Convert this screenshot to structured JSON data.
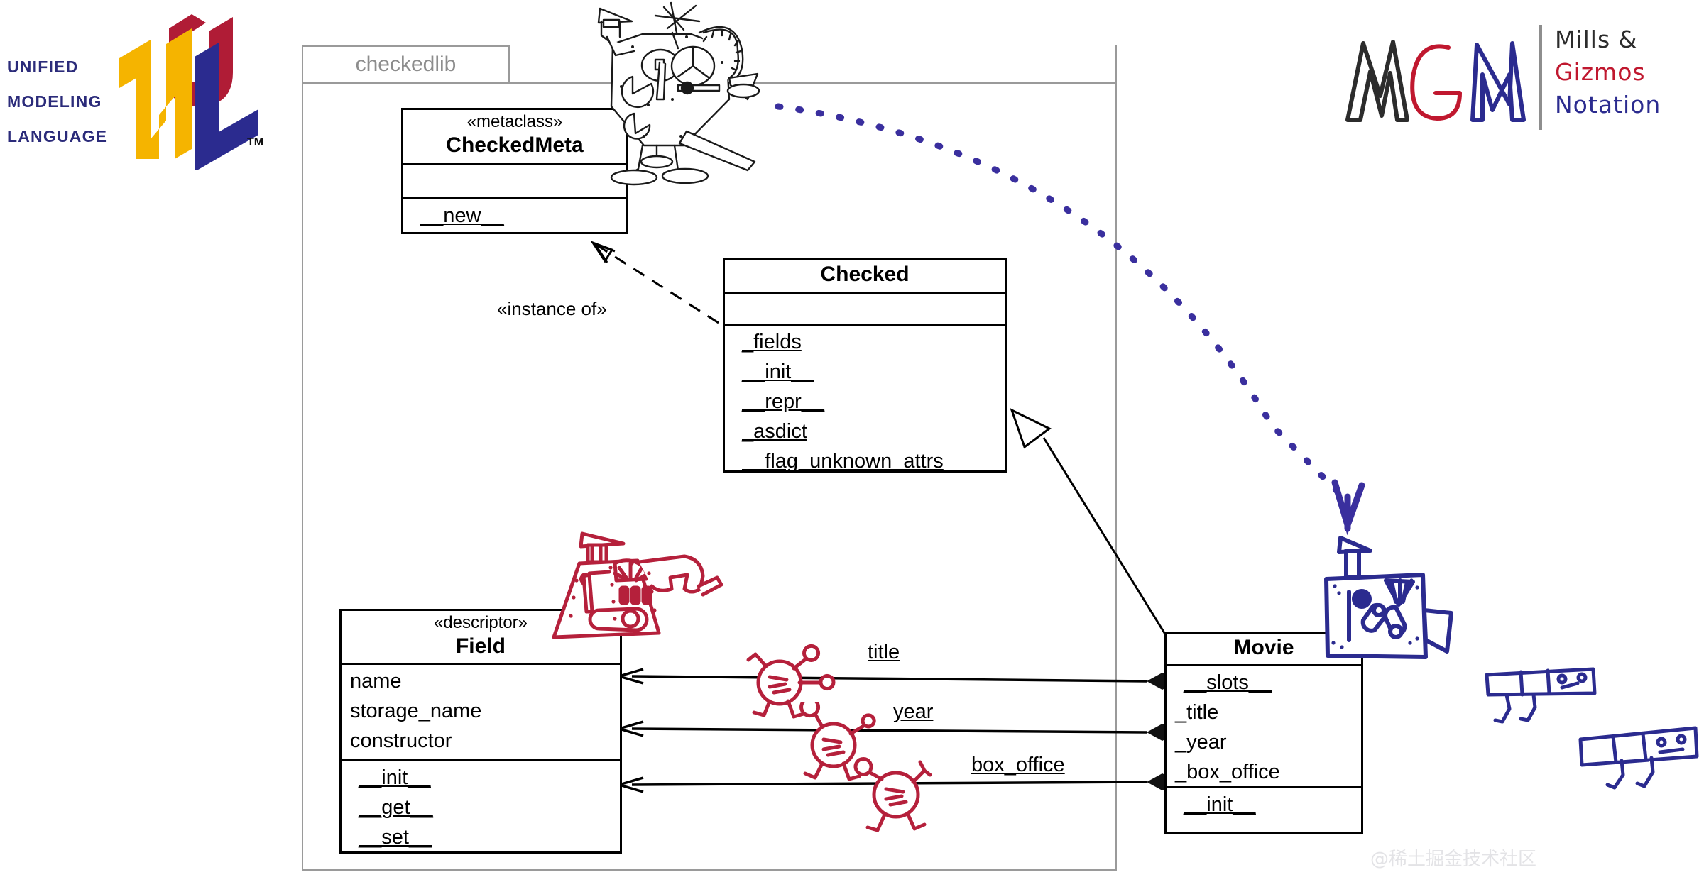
{
  "logos": {
    "uml": {
      "line1": "UNIFIED",
      "line2": "MODELING",
      "line3": "LANGUAGE",
      "trademark": "TM",
      "letters": "UML",
      "colors": {
        "text": "#2b2b7a",
        "u": "#b01c36",
        "m": "#f5b400",
        "l": "#2b2b8f"
      }
    },
    "mgn": {
      "mark": "MGN",
      "line1": "Mills &",
      "line2": "Gizmos",
      "line3": "Notation",
      "colors": {
        "m": "#2c2c2c",
        "g": "#c0182f",
        "n": "#2b2b8f",
        "divider": "#8e8e8e"
      }
    }
  },
  "package": {
    "name": "checkedlib",
    "border_color": "#9a9a9a",
    "label_color": "#8d8d8d"
  },
  "classes": [
    {
      "id": "checkedmeta",
      "stereotype": "«metaclass»",
      "name": "CheckedMeta",
      "attributes": [],
      "operations": [
        {
          "text": "__new__",
          "underline": true
        }
      ]
    },
    {
      "id": "checked",
      "stereotype": "",
      "name": "Checked",
      "attributes": [],
      "operations": [
        {
          "text": "_fields",
          "underline": true
        },
        {
          "text": "__init__",
          "underline": true
        },
        {
          "text": "__repr__",
          "underline": true
        },
        {
          "text": "_asdict",
          "underline": true
        },
        {
          "text": "__flag_unknown_attrs",
          "underline": true
        }
      ]
    },
    {
      "id": "field",
      "stereotype": "«descriptor»",
      "name": "Field",
      "attributes": [
        {
          "text": "name",
          "underline": false
        },
        {
          "text": "storage_name",
          "underline": false
        },
        {
          "text": "constructor",
          "underline": false
        }
      ],
      "operations": [
        {
          "text": "__init__",
          "underline": true
        },
        {
          "text": "__get__",
          "underline": true
        },
        {
          "text": "__set__",
          "underline": true
        }
      ]
    },
    {
      "id": "movie",
      "stereotype": "",
      "name": "Movie",
      "attributes": [
        {
          "text": "__slots__",
          "underline": true
        },
        {
          "text": "_title",
          "underline": false
        },
        {
          "text": "_year",
          "underline": false
        },
        {
          "text": "_box_office",
          "underline": false
        }
      ],
      "operations": [
        {
          "text": "__init__",
          "underline": true
        }
      ]
    }
  ],
  "relationships": {
    "instance_of_label": "«instance of»",
    "associations": [
      {
        "label": "title",
        "from": "movie",
        "to": "field"
      },
      {
        "label": "year",
        "from": "movie",
        "to": "field"
      },
      {
        "label": "box_office",
        "from": "movie",
        "to": "field"
      }
    ],
    "generalization": {
      "from": "movie",
      "to": "checked"
    },
    "derivation_arrow_color": "#3a2f9e"
  },
  "sketches": {
    "meta_mill_color": "#1a1a1a",
    "mill_color": "#b5203b",
    "gizmo_color": "#b5203b",
    "movie_mill_color": "#2b2b8f",
    "widget_color": "#2b2b8f"
  },
  "watermark": {
    "text": "@稀土掘金技术社区",
    "color": "#e3e3e6"
  }
}
